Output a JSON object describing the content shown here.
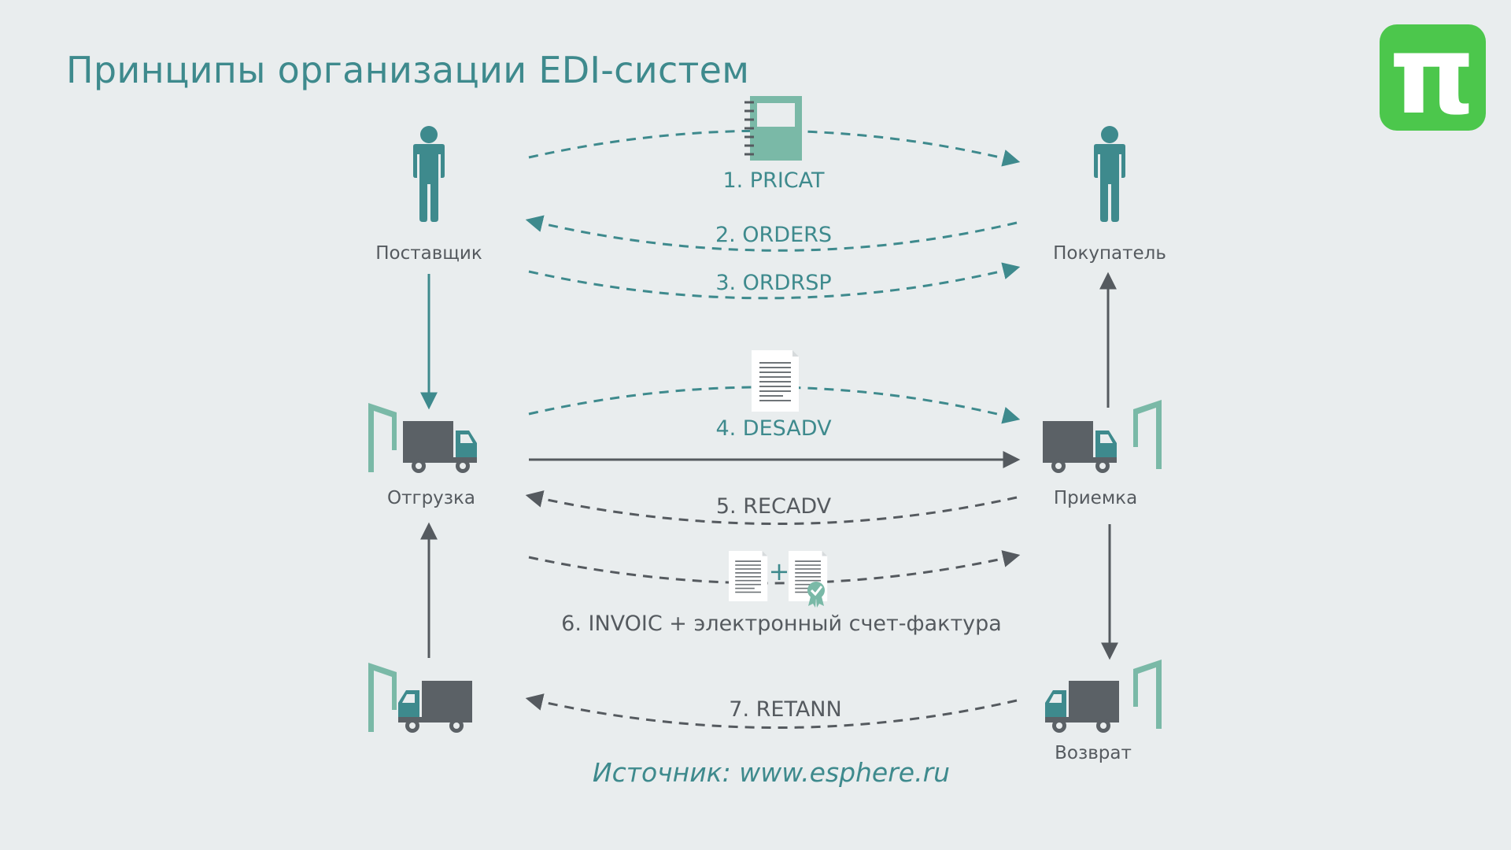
{
  "header": {
    "title": "Принципы организации EDI-систем"
  },
  "logo": {
    "label": "π",
    "color": "#4cc74c"
  },
  "nodes": {
    "supplier": "Поставщик",
    "buyer": "Покупатель",
    "shipment": "Отгрузка",
    "receiving": "Приемка",
    "return": "Возврат"
  },
  "messages": {
    "m1": "1. PRICAT",
    "m2": "2. ORDERS",
    "m3": "3. ORDRSP",
    "m4": "4. DESADV",
    "m5": "5. RECADV",
    "m6": "6. INVOIC + электронный счет-фактура",
    "m7": "7. RETANN"
  },
  "footer": {
    "source": "Источник: www.esphere.ru"
  },
  "colors": {
    "background": "#e9edee",
    "teal": "#3e8a8d",
    "teal_light": "#7ab9a7",
    "dark": "#555a5f",
    "label": "#555a5f"
  }
}
